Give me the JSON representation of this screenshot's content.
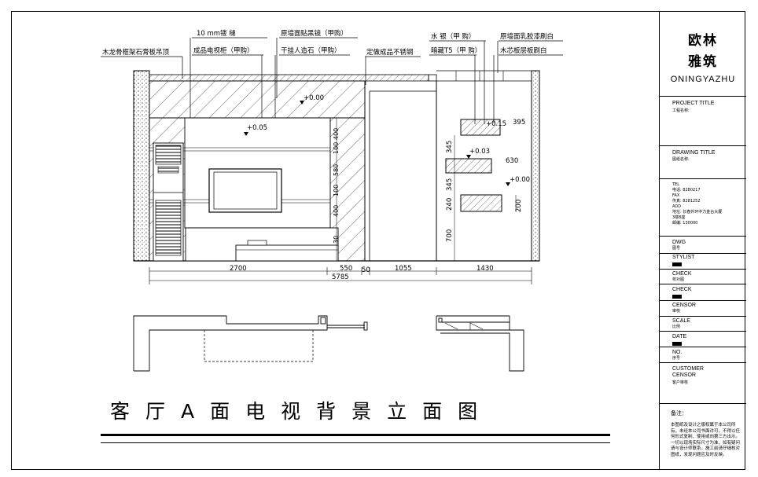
{
  "drawing": {
    "title": "客厅A面电视背景立面图",
    "callouts": {
      "c1": "木龙骨框架石膏板吊顶",
      "c2a": "10 mm镂 缝",
      "c2b": "成品电视柜（甲购）",
      "c3a": "原墙面贴黑镜（甲购）",
      "c3b": "干挂人造石（甲购）",
      "c4": "定做成品不锈钢",
      "c5a": "水 银（甲 购）",
      "c5b": "暗藏T5（甲 购）",
      "c6a": "原墙面乳胶漆刷白",
      "c6b": "木芯板层板刷白"
    },
    "levels": [
      "+0.00",
      "+0.05",
      "+0.03",
      "+0.00",
      "+0.15"
    ],
    "dims_bottom": [
      "2700",
      "550",
      "50",
      "1055",
      "1430"
    ],
    "dim_total": "5785",
    "dims_tv_vertical": [
      "400",
      "100",
      "580",
      "100",
      "400",
      "30"
    ],
    "dims_shelf_right": [
      "395",
      "630"
    ],
    "dims_shelf_left": [
      "345",
      "345",
      "240",
      "700"
    ],
    "dim_shelf_height": "200"
  },
  "title_block": {
    "company_line1": "欧林",
    "company_line2": "雅筑",
    "company_en": "ONINGYAZHU",
    "project_title": "PROJECT TITLE",
    "project_title_cn": "工程名称:",
    "drawing_title": "DRAWING TITLE",
    "drawing_title_cn": "图纸名称:",
    "contact": [
      "TEL",
      "电话: 8280217",
      "FAX",
      "传真: 8281252",
      "ADD",
      "地址: 长春外环中力金台大厦",
      "3楼8座",
      "邮编: 130000"
    ],
    "dwg": "DWG",
    "dwg_cn": "图号",
    "stylist": "STYLIST",
    "check1": "CHECK",
    "check1_cn": "校对图",
    "check2": "CHECK",
    "censor": "CENSOR",
    "censor_cn": "审核",
    "scale": "SCALE",
    "scale_cn": "比例",
    "date": "DATE",
    "no": "NO.",
    "no_cn": "序号",
    "customer": "CUSTOMER",
    "customer2": "CENSOR",
    "customer_cn": "客户审核",
    "notes_title": "备注：",
    "notes_text": "本图纸及设计之版权属于本公司所有，未经本公司书面许可，不得以任何形式复制、使用或向第三方出示。一切以现场实际尺寸为准，如有疑问请与设计师联系。施工前请仔细核对图纸，发现问题应及时反映。"
  },
  "colors": {
    "line": "#000000",
    "background": "#ffffff"
  }
}
